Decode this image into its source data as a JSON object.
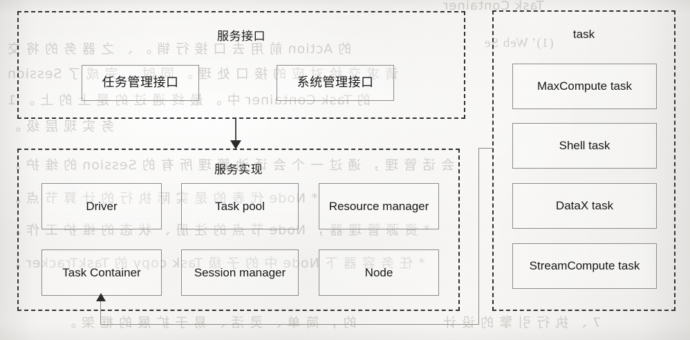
{
  "diagram": {
    "panels": [
      {
        "id": "service-interface",
        "title": "服务接口",
        "title_script": "cjk",
        "nodes": [
          {
            "label": "任务管理接口",
            "script": "cjk"
          },
          {
            "label": "系统管理接口",
            "script": "cjk"
          }
        ]
      },
      {
        "id": "service-implementation",
        "title": "服务实现",
        "title_script": "cjk",
        "nodes": [
          {
            "label": "Driver",
            "script": "latin"
          },
          {
            "label": "Task pool",
            "script": "latin"
          },
          {
            "label": "Resource manager",
            "script": "latin"
          },
          {
            "label": "Task Container",
            "script": "latin"
          },
          {
            "label": "Session manager",
            "script": "latin"
          },
          {
            "label": "Node",
            "script": "latin"
          }
        ]
      },
      {
        "id": "task",
        "title": "task",
        "title_script": "latin",
        "nodes": [
          {
            "label": "MaxCompute task",
            "script": "latin"
          },
          {
            "label": "Shell task",
            "script": "latin"
          },
          {
            "label": "DataX task",
            "script": "latin"
          },
          {
            "label": "StreamCompute task",
            "script": "latin"
          }
        ]
      }
    ],
    "connectors": [
      {
        "id": "interface-to-implementation",
        "direction": "down"
      },
      {
        "id": "task-to-task-container",
        "direction": "up"
      }
    ],
    "colors": {
      "stroke": "#2e2e2e",
      "box_stroke": "#8d8a86",
      "text": "#161616",
      "paper": "#f3f2f0",
      "ghost_text": "#9a948d"
    }
  },
  "background_bleed": {
    "note": "Mirrored show-through text from the reverse side of the scanned page",
    "lines": [
      {
        "text": "Task Container"
      },
      {
        "text": "(1)’ Web Se"
      },
      {
        "text": "的 Action 前 用 去 口 接 行 销 。 、 之 器 务 的 将 交"
      },
      {
        "text": "请 求 交 给 对 应 的 接 口 处 理 。 同 时 ， 完 成 了 Session"
      },
      {
        "text": "的 Task Container 中 。 最 终 通 过 的 是 上 的 上 。 1"
      },
      {
        "text": "务 实 现 层 级 。"
      },
      {
        "text": "会 话 管 理 ， 通 过 一 个 会 话 池 管 理 所 有 的 Session 的 维 护 。"
      },
      {
        "text": "* Node 代 表 的 是 实 际 执 行 的 计 算 节 点 。"
      },
      {
        "text": "* 资 源 管 理 器 ， Node 节 点 的 注 册 、 状 态 的 维 护 工 作 。"
      },
      {
        "text": "* 任 务 容 器 下 Node 中 的 子 级 Task copy 的 TaskTracker 。"
      },
      {
        "text": "7 、 执 行 引 擎 的 设 计"
      },
      {
        "text": "的 ， 简 单 、 灵 活 、 易 于 扩 展 的 框 架 。"
      }
    ]
  }
}
